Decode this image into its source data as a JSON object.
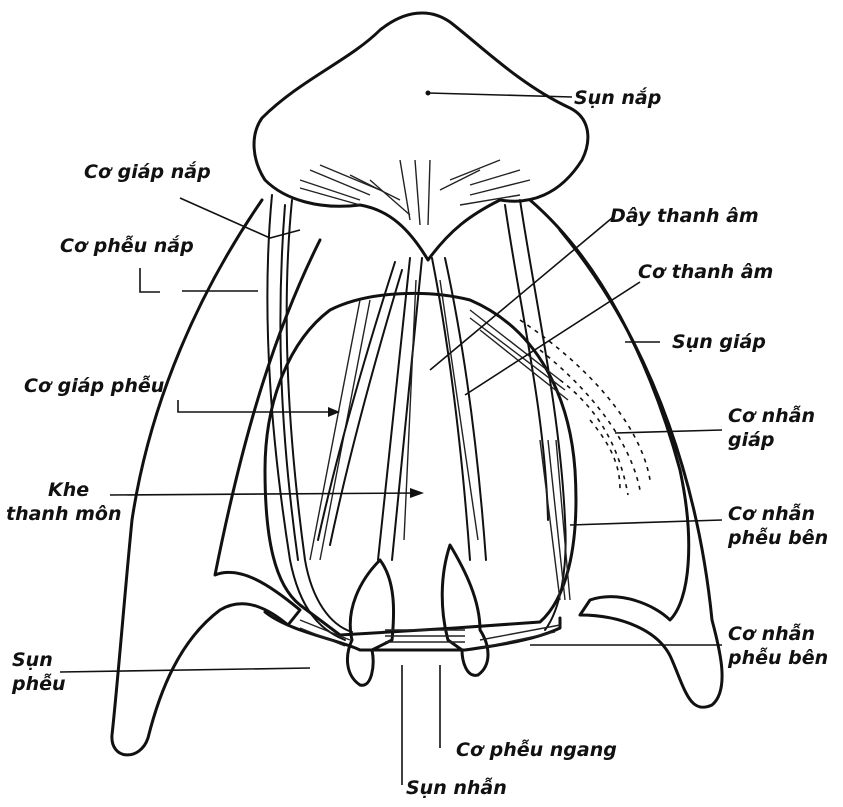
{
  "labels": {
    "sun_nap": "Sụn nắp",
    "co_giap_nap": "Cơ giáp nắp",
    "co_pheu_nap": "Cơ phễu nắp",
    "day_thanh_am": "Dây thanh âm",
    "co_thanh_am": "Cơ thanh âm",
    "sun_giap": "Sụn giáp",
    "co_giap_pheu": "Cơ giáp phễu",
    "co_nhan_giap": [
      "Cơ nhẫn",
      "giáp"
    ],
    "khe_thanh_mon": [
      "Khe",
      "thanh môn"
    ],
    "co_nhan_pheu_ben_1": [
      "Cơ nhẫn",
      "phễu bên"
    ],
    "co_nhan_pheu_ben_2": [
      "Cơ nhẫn",
      "phễu bên"
    ],
    "sun_pheu": [
      "Sụn",
      "phễu"
    ],
    "co_pheu_ngang": "Cơ phễu ngang",
    "sun_nhan": "Sụn nhẫn"
  }
}
